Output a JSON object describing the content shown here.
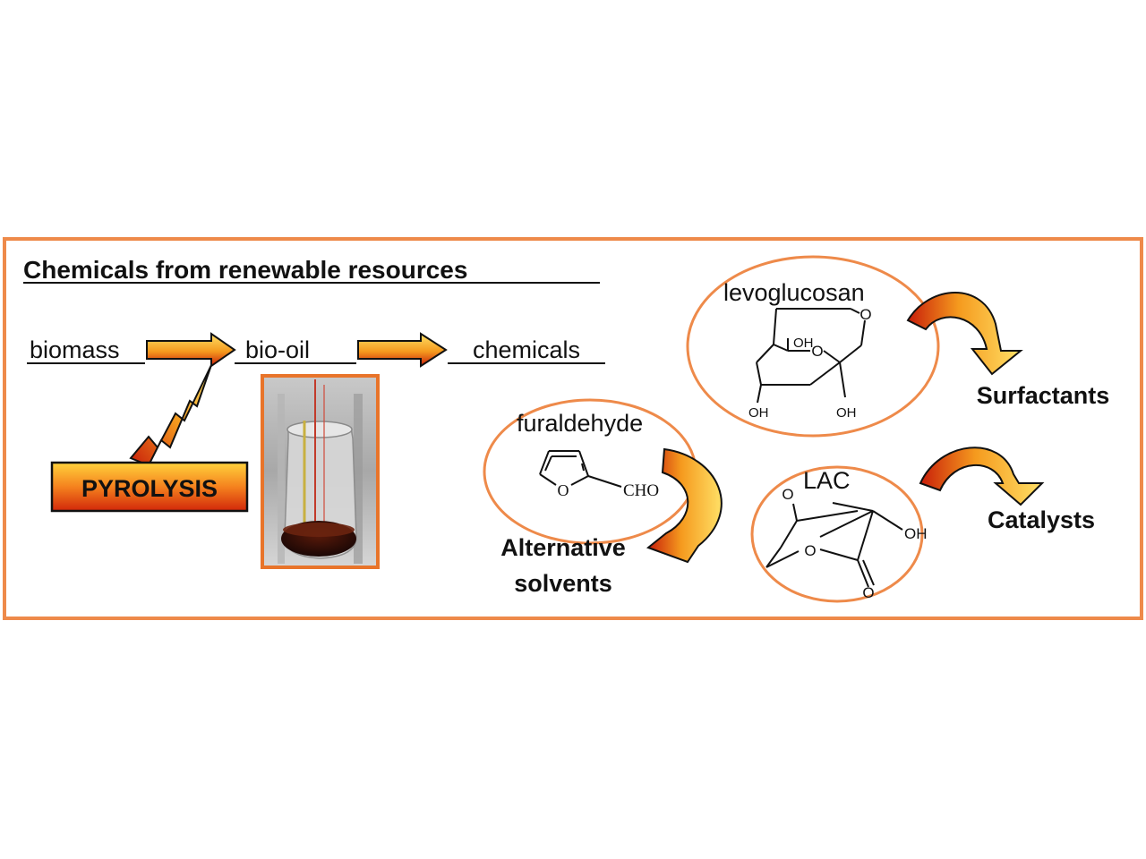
{
  "title": "Chemicals from renewable resources",
  "flow": {
    "biomass": "biomass",
    "bio_oil": "bio-oil",
    "chemicals": "chemicals"
  },
  "pyrolysis": {
    "label": "PYROLYSIS"
  },
  "compounds": {
    "furaldehyde": {
      "name": "furaldehyde",
      "group_label": "CHO",
      "ring_atom": "O"
    },
    "levoglucosan": {
      "name": "levoglucosan",
      "ring_atom": "O",
      "hydroxyl": "OH"
    },
    "lac": {
      "name": "LAC",
      "ring_atom": "O",
      "hydroxyl": "OH",
      "carbonyl": "O"
    }
  },
  "products": {
    "solvents_line1": "Alternative",
    "solvents_line2": "solvents",
    "surfactants": "Surfactants",
    "catalysts": "Catalysts"
  },
  "colors": {
    "frame": "#ee8a4a",
    "flask_frame": "#e8742a",
    "arrow_top": "#ffe066",
    "arrow_mid": "#f59a1e",
    "arrow_bottom": "#c81e0a",
    "outline": "#111111"
  }
}
